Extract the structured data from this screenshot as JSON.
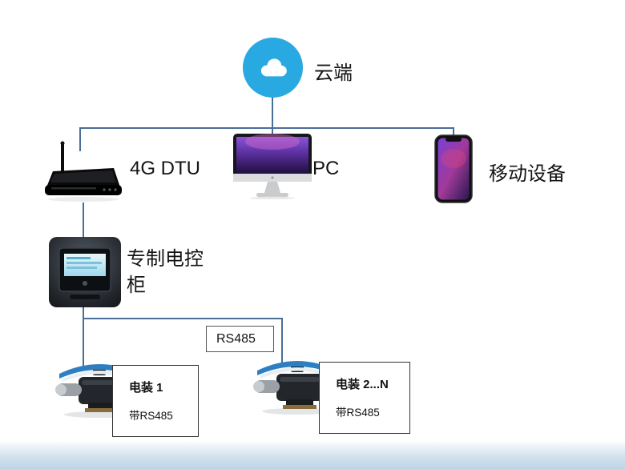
{
  "diagram": {
    "cloud": {
      "label": "云端"
    },
    "tier1": {
      "dtu_label": "4G DTU",
      "pc_label": "PC",
      "mobile_label": "移动设备"
    },
    "cabinet": {
      "label_line1": "专制电控",
      "label_line2": "柜"
    },
    "bus": {
      "label": "RS485"
    },
    "actuators": [
      {
        "title": "电装 1",
        "subtitle": "带RS485"
      },
      {
        "title": "电装 2...N",
        "subtitle": "带RS485"
      }
    ],
    "colors": {
      "cloud_blue": "#29a9e1",
      "connector_line": "#4a6e96",
      "footer_blue": "#bdd5e6"
    },
    "icons": {
      "cloud": "cloud-icon",
      "dtu": "router-icon",
      "pc": "desktop-computer-icon",
      "mobile": "smartphone-icon",
      "cabinet": "control-cabinet-image",
      "actuator_1": "electric-actuator-image",
      "actuator_2": "electric-actuator-image"
    }
  }
}
